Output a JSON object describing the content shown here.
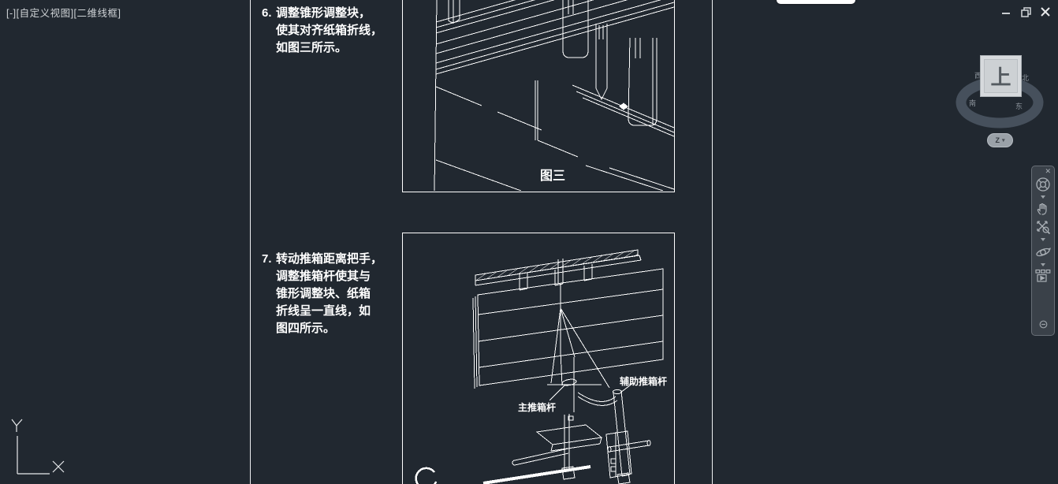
{
  "colors": {
    "background": "#212830",
    "drawing_line": "#ffffff",
    "viewcube_face": "#d7dadd",
    "navbar_icon": "#aab0b6"
  },
  "viewport": {
    "controls_label": "[-][自定义视图][二维线框]"
  },
  "instructions": [
    {
      "number": "6.",
      "lines": [
        "调整锥形调整块，",
        "使其对齐纸箱折线，",
        "如图三所示。"
      ]
    },
    {
      "number": "7.",
      "lines": [
        "转动推箱距离把手，",
        "调整推箱杆使其与",
        "锥形调整块、纸箱",
        "折线呈一直线，如",
        "图四所示。"
      ]
    }
  ],
  "figure3": {
    "caption": "图三"
  },
  "figure4": {
    "label_main_rod": "主推箱杆",
    "label_aux_rod": "辅助推箱杆"
  },
  "ucs_icon": {
    "x_label": "X",
    "y_label": "Y"
  },
  "viewcube": {
    "face": "上",
    "compass_nw": "西",
    "compass_ne": "北",
    "compass_sw": "南",
    "compass_se": "东",
    "ucs_button": "Z"
  }
}
